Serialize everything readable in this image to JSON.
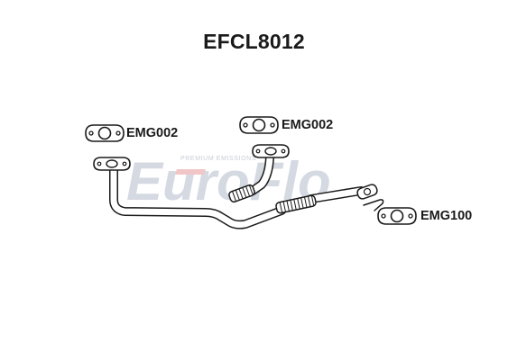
{
  "diagram": {
    "part_number": "EFCL8012",
    "callouts": [
      {
        "label": "EMG002",
        "icon": "gasket-icon"
      },
      {
        "label": "EMG002",
        "icon": "gasket-icon"
      },
      {
        "label": "EMG100",
        "icon": "gasket-icon"
      }
    ]
  },
  "watermark": {
    "logo_text": "EuroFlo",
    "tagline": "PREMIUM EMISSIONS"
  },
  "colors": {
    "outline": "#1a1a1a",
    "watermark_logo": "#d5d9e2",
    "watermark_accent": "#f2c6c6",
    "part_fill": "#ffffff"
  }
}
